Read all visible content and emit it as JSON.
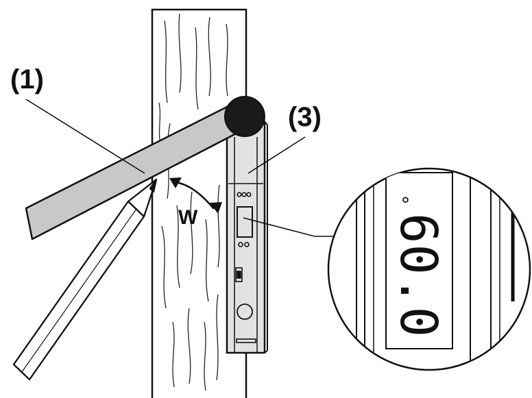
{
  "labels": {
    "part_1": "(1)",
    "part_3": "(3)",
    "angle": "W"
  },
  "display": {
    "reading": "60.0",
    "degree_symbol": "°"
  },
  "colors": {
    "ink": "#111111",
    "arm_fill": "#c8c8c8",
    "level_body": "#e2e2e2",
    "background": "#ffffff"
  },
  "icons": {
    "pivot": "pivot-knob-icon",
    "pencil": "pencil-icon",
    "angle_arrow": "double-arrow-icon"
  }
}
